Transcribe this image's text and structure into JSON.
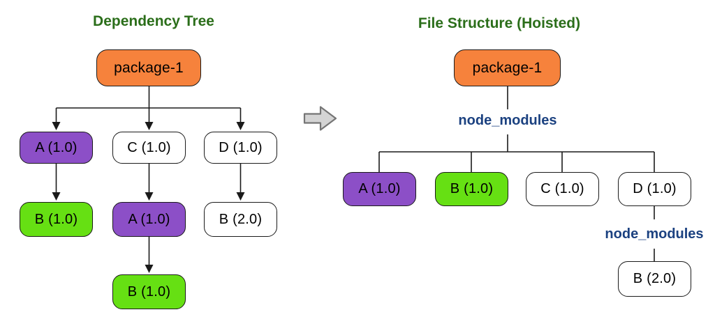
{
  "colors": {
    "title_green": "#2B6E1A",
    "folder_blue": "#1B4180",
    "edge_black": "#1A1A1A",
    "transform_arrow_fill": "#D4D4D4",
    "transform_arrow_stroke": "#757575",
    "orange": "#F6823C",
    "purple": "#8C4FC7",
    "green": "#66E013",
    "white": "#FFFFFF"
  },
  "left_tree": {
    "title": "Dependency Tree",
    "root": {
      "label": "package-1",
      "color": "orange"
    },
    "level1": [
      {
        "label": "A (1.0)",
        "color": "purple"
      },
      {
        "label": "C (1.0)",
        "color": "white"
      },
      {
        "label": "D (1.0)",
        "color": "white"
      }
    ],
    "level2": [
      {
        "label": "B (1.0)",
        "color": "green"
      },
      {
        "label": "A (1.0)",
        "color": "purple"
      },
      {
        "label": "B (2.0)",
        "color": "white"
      }
    ],
    "level3": [
      {
        "label": "B (1.0)",
        "color": "green"
      }
    ]
  },
  "transform_arrow": {
    "direction": "right"
  },
  "right_tree": {
    "title": "File Structure (Hoisted)",
    "root": {
      "label": "package-1",
      "color": "orange"
    },
    "folder_label": "node_modules",
    "children": [
      {
        "label": "A (1.0)",
        "color": "purple"
      },
      {
        "label": "B (1.0)",
        "color": "green"
      },
      {
        "label": "C (1.0)",
        "color": "white"
      },
      {
        "label": "D (1.0)",
        "color": "white"
      }
    ],
    "nested": {
      "folder_label": "node_modules",
      "child": {
        "label": "B (2.0)",
        "color": "white"
      }
    }
  }
}
